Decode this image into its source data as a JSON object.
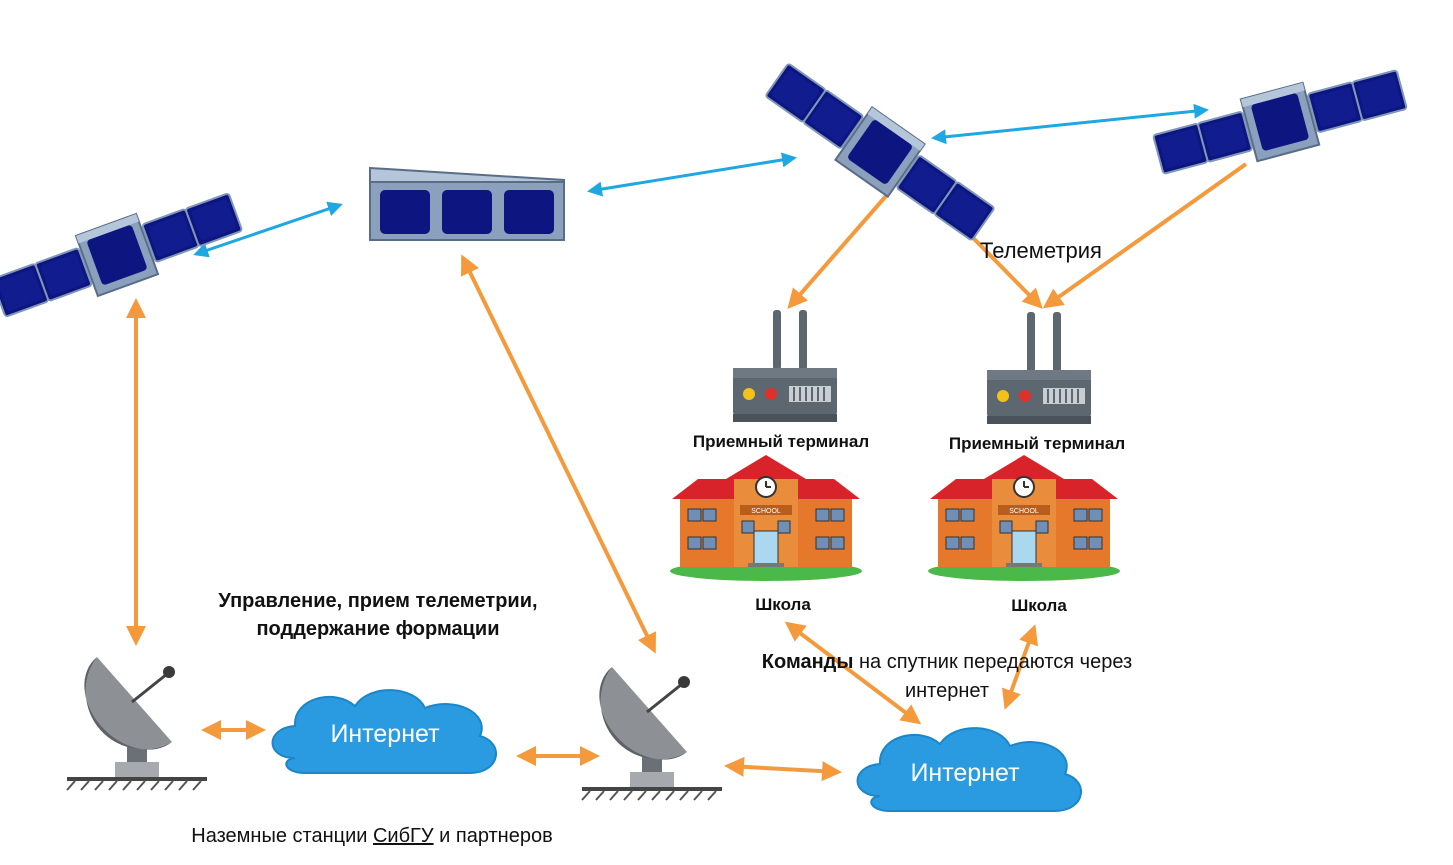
{
  "labels": {
    "telemetry": "Телеметрия",
    "terminal_1": "Приемный терминал",
    "terminal_2": "Приемный терминал",
    "school_1": "Школа",
    "school_2": "Школа",
    "control_line1": "Управление, прием телеметрии,",
    "control_line2": "поддержание формации",
    "commands_bold": "Команды",
    "commands_rest": " на спутник передаются через",
    "commands_line2": "интернет",
    "internet_1": "Интернет",
    "internet_2": "Интернет",
    "stations_prefix": "Наземные станции ",
    "stations_sibgu": "СибГУ",
    "stations_suffix": " и партнеров",
    "school_sign_1": "SCHOOL",
    "school_sign_2": "SCHOOL"
  },
  "colors": {
    "orange_link": "#f59a3c",
    "blue_link": "#1ea7e1",
    "panel_blue": "#0d1580",
    "frame_gray": "#8aa0bc",
    "cloud": "#2a9be0",
    "router": "#5d6770",
    "school_wall": "#e5782b",
    "school_roof": "#d9232a"
  },
  "icons": [
    "satellite-icon",
    "cubesat-icon",
    "router-icon",
    "school-icon",
    "dish-antenna-icon",
    "cloud-icon"
  ]
}
